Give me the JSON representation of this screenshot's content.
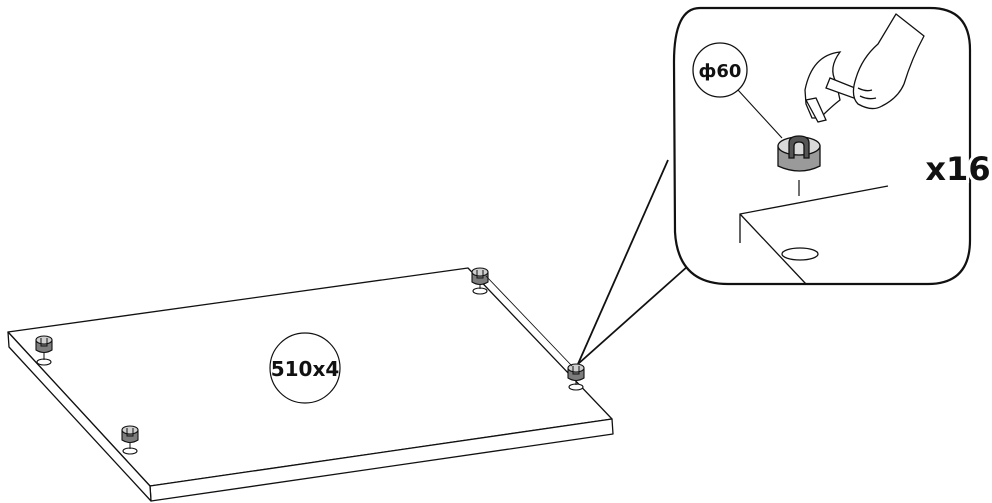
{
  "diagram": {
    "panel_label": "510x4",
    "cam_label": "ф60",
    "quantity_label": "x16"
  },
  "colors": {
    "line": "#111111",
    "fill": "#ffffff",
    "cam_fill": "#9a9a9a",
    "cam_dark": "#444444"
  },
  "icons": [
    "cam-fitting-icon",
    "hammer-icon",
    "hand-icon",
    "magnifier-callout-icon"
  ]
}
